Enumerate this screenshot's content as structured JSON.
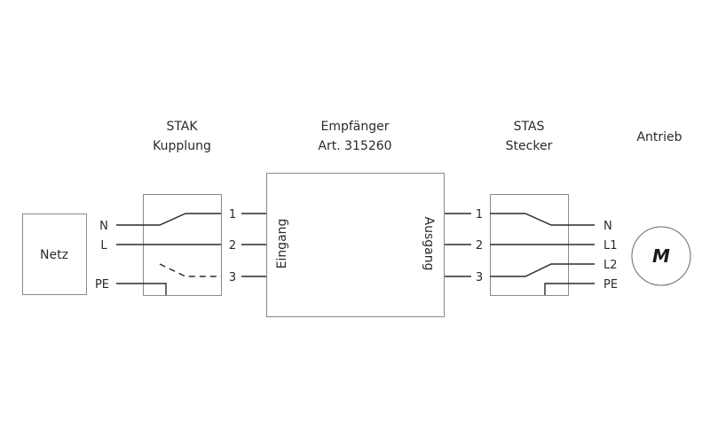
{
  "headers": {
    "stak_line1": "STAK",
    "stak_line2": "Kupplung",
    "receiver_line1": "Empfänger",
    "receiver_line2": "Art. 315260",
    "stas_line1": "STAS",
    "stas_line2": "Stecker",
    "drive": "Antrieb"
  },
  "netz": {
    "label": "Netz"
  },
  "stak": {
    "inputs": [
      "N",
      "L",
      "PE"
    ],
    "terminals": [
      "1",
      "2",
      "3"
    ]
  },
  "receiver": {
    "input_label": "Eingang",
    "output_label": "Ausgang"
  },
  "stas": {
    "terminals": [
      "1",
      "2",
      "3"
    ],
    "outputs": [
      "N",
      "L1",
      "L2",
      "PE"
    ]
  },
  "motor": {
    "label": "M"
  },
  "colors": {
    "line": "#2a2a2a",
    "box": "#8a8a8a"
  }
}
